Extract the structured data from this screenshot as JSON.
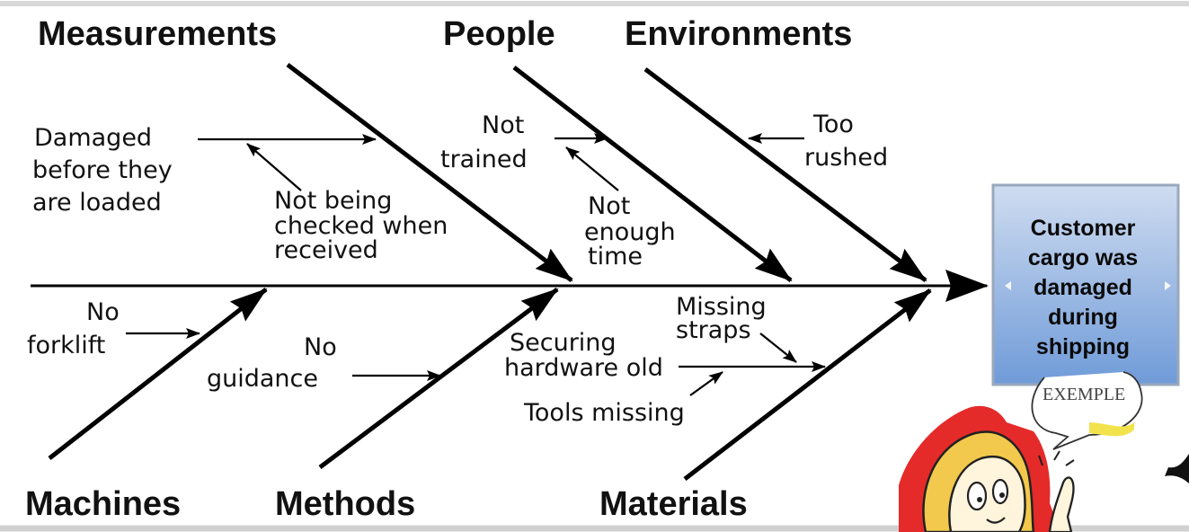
{
  "categories": {
    "measurements": "Measurements",
    "people": "People",
    "environments": "Environments",
    "machines": "Machines",
    "methods": "Methods",
    "materials": "Materials"
  },
  "causes": {
    "damaged_before": [
      "Damaged",
      "before they",
      "are loaded"
    ],
    "not_being_checked": [
      "Not being",
      "checked when",
      "received"
    ],
    "not_trained": [
      "Not",
      "trained"
    ],
    "not_enough_time": [
      "Not",
      "enough",
      "time"
    ],
    "too_rushed": [
      "Too",
      "rushed"
    ],
    "no_forklift": [
      "No",
      "forklift"
    ],
    "no_guidance": [
      "No",
      "guidance"
    ],
    "securing_hardware": [
      "Securing",
      "hardware old"
    ],
    "missing_straps": [
      "Missing",
      "straps"
    ],
    "tools_missing": [
      "Tools missing"
    ]
  },
  "effect": [
    "Customer",
    "cargo was",
    "damaged",
    "during",
    "shipping"
  ],
  "bubble": "EXEMPLE",
  "colors": {
    "effect_box_top": "#cfdcf0",
    "effect_box_bottom": "#6f9bd8",
    "effect_border": "#9aa8bd",
    "hair": "#f2c94c",
    "flame": "#e52a2a",
    "skin": "#fff4dc"
  }
}
